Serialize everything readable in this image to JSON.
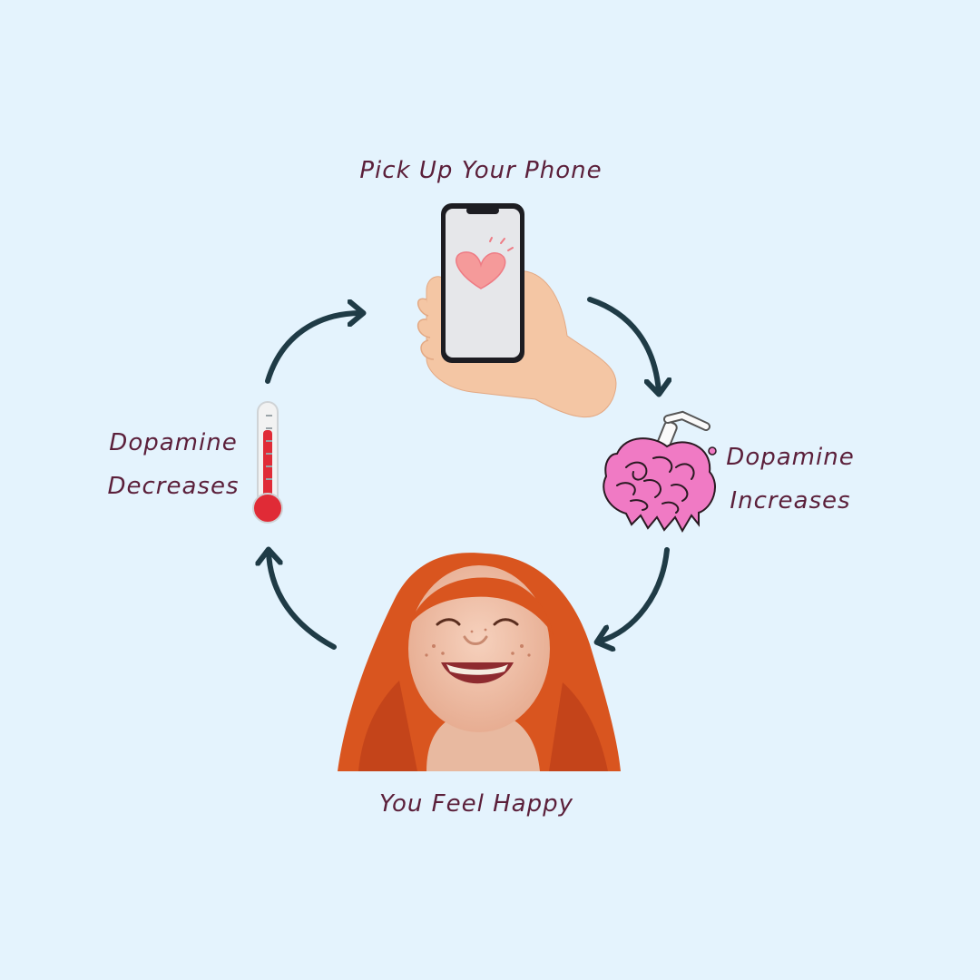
{
  "diagram": {
    "type": "cycle",
    "colors": {
      "background": "#e4f3fd",
      "text": "#5b1f3a",
      "arrow": "#1f3b46",
      "brain": "#f07ac4",
      "thermometer_red": "#e02b36",
      "heart": "#f59a9a",
      "hair": "#d9551f"
    },
    "steps": [
      {
        "id": "pick-up-phone",
        "label_lines": [
          "Pick Up Your Phone"
        ],
        "icon": "hand-holding-phone-icon"
      },
      {
        "id": "dopamine-increases",
        "label_lines": [
          "Dopamine",
          "Increases"
        ],
        "icon": "brain-with-straw-icon"
      },
      {
        "id": "you-feel-happy",
        "label_lines": [
          "You Feel Happy"
        ],
        "icon": "laughing-child-photo"
      },
      {
        "id": "dopamine-decreases",
        "label_lines": [
          "Dopamine",
          "Decreases"
        ],
        "icon": "thermometer-icon"
      }
    ],
    "arrow_direction": "clockwise"
  }
}
